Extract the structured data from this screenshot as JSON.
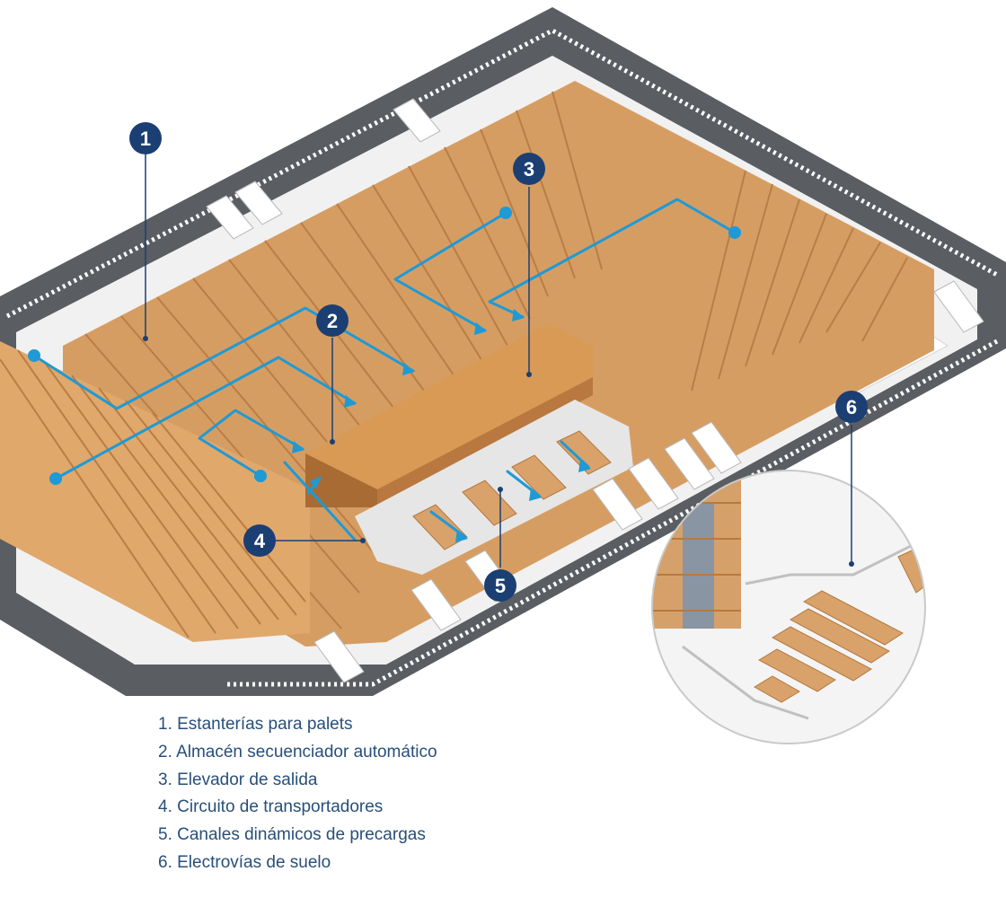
{
  "colors": {
    "badge": "#1b3f73",
    "arrow": "#1e9ad6",
    "rack": "#d69d62",
    "rack_shadow": "#b97d45",
    "rack_light": "#e8b57c",
    "road": "#5a5d61",
    "floor": "#f1f1f1",
    "legend_text": "#274f7a"
  },
  "callouts": [
    "1",
    "2",
    "3",
    "4",
    "5",
    "6"
  ],
  "legend": [
    "1. Estanterías para palets",
    "2. Almacén secuenciador automático",
    "3. Elevador de salida",
    "4. Circuito de transportadores",
    "5. Canales dinámicos de precargas",
    "6. Electrovías de suelo"
  ]
}
